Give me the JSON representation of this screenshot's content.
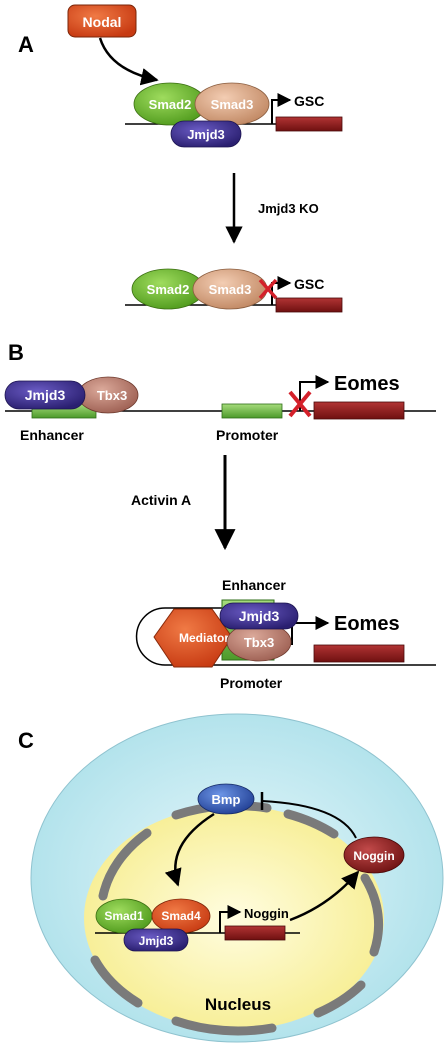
{
  "panels": {
    "a": "A",
    "b": "B",
    "c": "C"
  },
  "panel_a": {
    "signal": "Nodal",
    "factor_left": "Smad2",
    "factor_right": "Smad3",
    "cofactor": "Jmjd3",
    "gene": "GSC",
    "arrow_label": "Jmjd3 KO",
    "ko_factor_left": "Smad2",
    "ko_factor_right": "Smad3",
    "ko_gene": "GSC"
  },
  "panel_b": {
    "top_factor_left": "Jmjd3",
    "top_factor_right": "Tbx3",
    "enhancer_label": "Enhancer",
    "promoter_label": "Promoter",
    "gene": "Eomes",
    "arrow_label": "Activin A",
    "enhancer_label_2": "Enhancer",
    "mediator": "Mediator",
    "loop_factor_top": "Jmjd3",
    "loop_factor_bottom": "Tbx3",
    "gene_2": "Eomes",
    "promoter_label_2": "Promoter"
  },
  "panel_c": {
    "ligand": "Bmp",
    "inhibitor": "Noggin",
    "factor_left": "Smad1",
    "factor_right": "Smad4",
    "cofactor": "Jmjd3",
    "gene": "Noggin",
    "compartment": "Nucleus"
  },
  "colors": {
    "nodal": "#d9481b",
    "smad_green": "#6bb52e",
    "smad_tan": "#d9a98a",
    "jmjd3": "#3d2f91",
    "tbx3": "#b97a6c",
    "gene_box": "#8e1c1c",
    "element_green": "#6dbb45",
    "mediator": "#e2542a",
    "bmp": "#2f5bb5",
    "noggin": "#8c1e1e",
    "cell": "#cdeef4",
    "nucleus": "#fbf5b5",
    "membrane": "#777777",
    "block_x": "#d4202a"
  }
}
